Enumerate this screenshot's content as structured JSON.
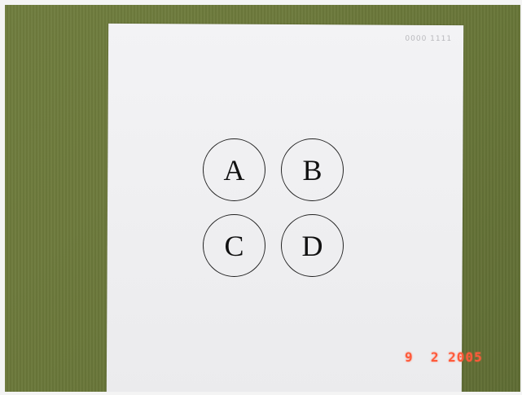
{
  "circles": [
    {
      "letter": "A"
    },
    {
      "letter": "B"
    },
    {
      "letter": "C"
    },
    {
      "letter": "D"
    }
  ],
  "paper": {
    "corner_mark": "0000 1111"
  },
  "date_stamp": "9  2 2005",
  "colors": {
    "background": "#6d7a3c",
    "paper": "#efeff1",
    "ink": "#111111",
    "date_stamp": "#ff5a3a"
  }
}
